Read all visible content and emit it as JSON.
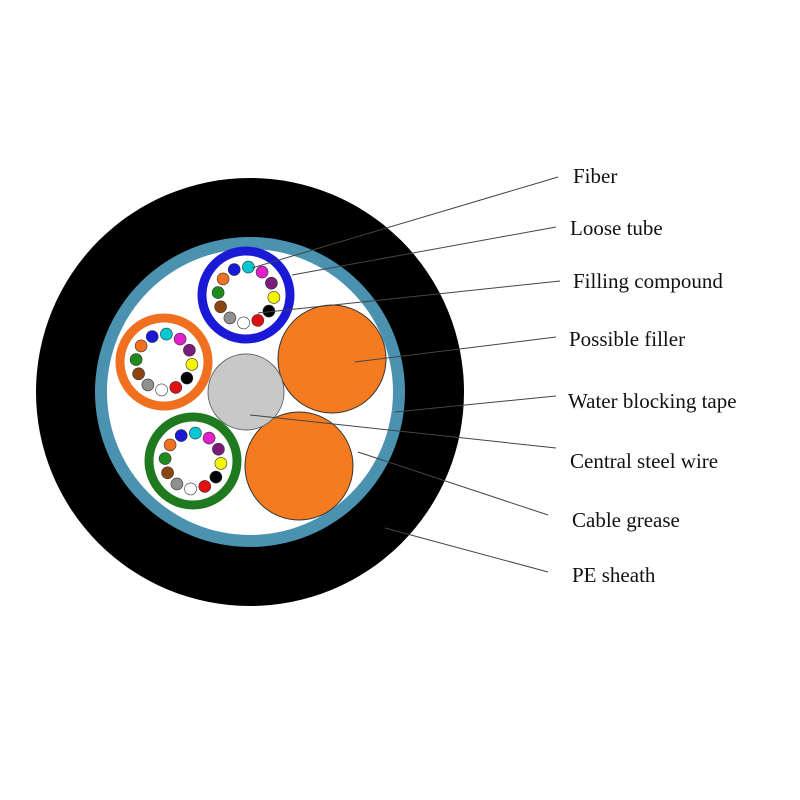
{
  "labels": {
    "fiber": "Fiber",
    "loose_tube": "Loose tube",
    "filling_compound": "Filling compound",
    "possible_filler": "Possible filler",
    "water_blocking_tape": "Water blocking tape",
    "central_steel_wire": "Central steel wire",
    "cable_grease": "Cable grease",
    "pe_sheath": "PE sheath"
  },
  "colors": {
    "sheath": "#000000",
    "water_blocking_tape": "#4a92b0",
    "core_fill": "#ffffff",
    "steel_wire": "#c8c8c8",
    "filler": "#f47b20",
    "tube_blue": "#1a1ad6",
    "tube_orange": "#f07020",
    "tube_green": "#1f7a1f",
    "fiber_colors": [
      "#1a1ad6",
      "#00c8d0",
      "#e020c8",
      "#7a1a7a",
      "#f5f500",
      "#000000",
      "#e01010",
      "#ffffff",
      "#909090",
      "#8b4513",
      "#1f8a1f",
      "#f07020"
    ]
  }
}
